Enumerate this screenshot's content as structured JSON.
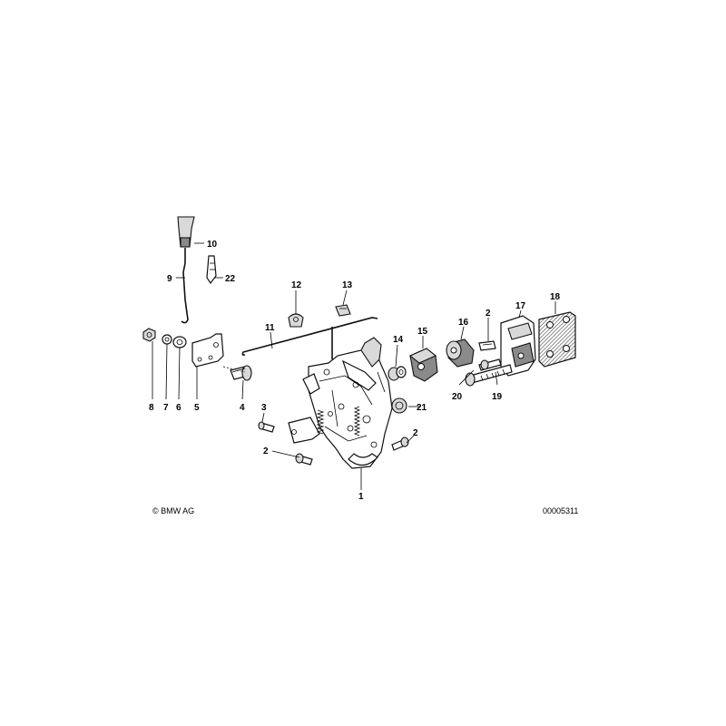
{
  "callouts": {
    "c1": "1",
    "c2a": "2",
    "c2b": "2",
    "c2c": "2",
    "c3": "3",
    "c4": "4",
    "c5": "5",
    "c6": "6",
    "c7": "7",
    "c8": "8",
    "c9": "9",
    "c10": "10",
    "c11": "11",
    "c12": "12",
    "c13": "13",
    "c14": "14",
    "c15": "15",
    "c16": "16",
    "c17": "17",
    "c18": "18",
    "c19": "19",
    "c20": "20",
    "c21": "21",
    "c22": "22"
  },
  "footer": {
    "copyright": "© BMW AG",
    "diagram_id": "00005311"
  }
}
